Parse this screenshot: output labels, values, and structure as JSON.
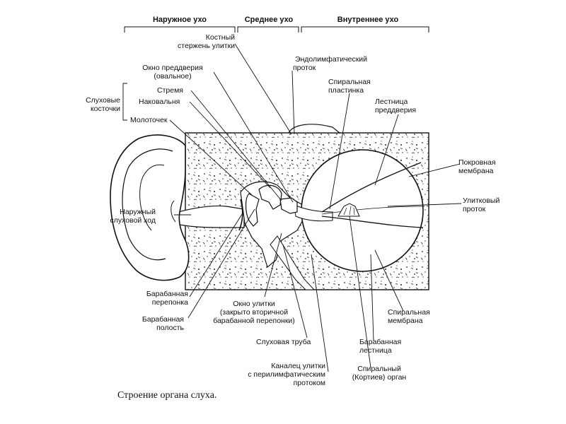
{
  "sections": {
    "outer": "Наружное ухо",
    "middle": "Среднее ухо",
    "inner": "Внутреннее ухо"
  },
  "labels": {
    "bony_core": [
      "Костный",
      "стержень улитки"
    ],
    "oval_window": [
      "Окно преддверия",
      "(овальное)"
    ],
    "ossicles": [
      "Слуховые",
      "косточки"
    ],
    "stapes": "Стремя",
    "incus": "Наковальня",
    "malleus": "Молоточек",
    "endolymph_duct": [
      "Эндолимфатический",
      "проток"
    ],
    "spiral_lamina": [
      "Спиральная",
      "пластинка"
    ],
    "scala_vestibuli": [
      "Лестница",
      "преддверия"
    ],
    "tectorial_membrane": [
      "Покровная",
      "мембрана"
    ],
    "cochlear_duct": [
      "Улитковый",
      "проток"
    ],
    "external_canal": [
      "Наружный",
      "слуховой ход"
    ],
    "tympanic_membrane": [
      "Барабанная",
      "перепонка"
    ],
    "tympanic_cavity": [
      "Барабанная",
      "полость"
    ],
    "round_window": [
      "Окно улитки",
      "(закрыто вторичной",
      "барабанной перепонки)"
    ],
    "basilar_membrane": [
      "Спиральная",
      "мембрана"
    ],
    "scala_tympani": [
      "Барабанная",
      "лестница"
    ],
    "eustachian_tube": "Слуховая труба",
    "cochlear_canaliculus": [
      "Каналец улитки",
      "с перилимфатическим",
      "протоком"
    ],
    "organ_of_corti": [
      "Спиральный",
      "(Кортиев) орган"
    ]
  },
  "caption": "Строение органа слуха."
}
